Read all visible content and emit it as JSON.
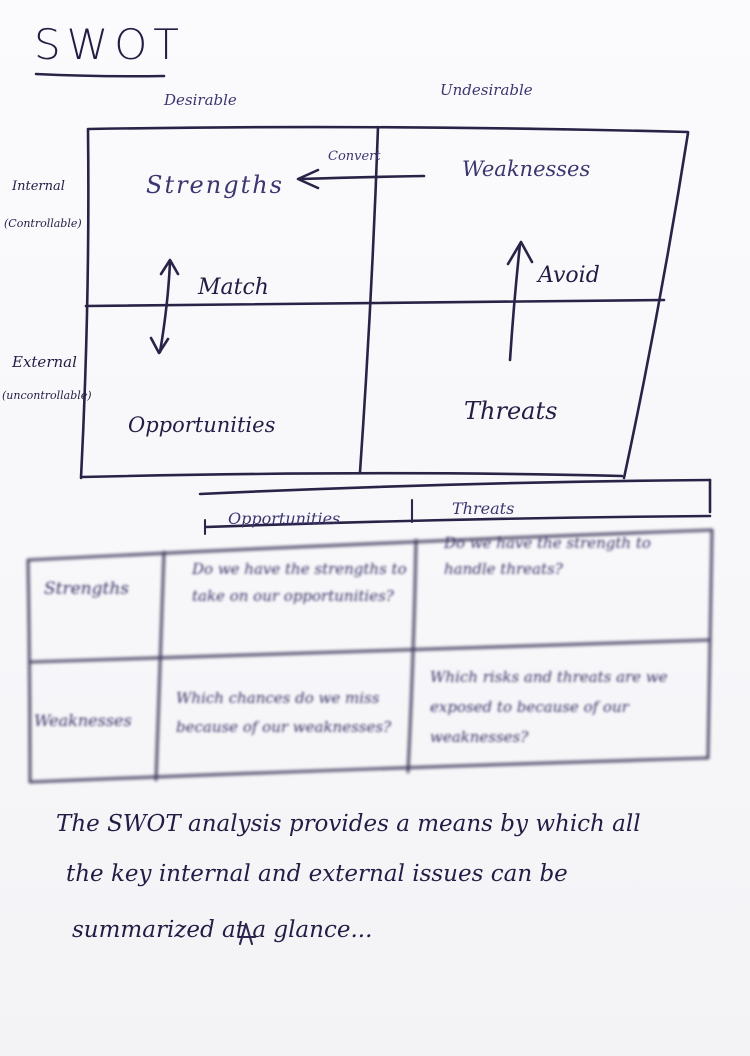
{
  "title": "SWOT",
  "columns": {
    "desirable": "Desirable",
    "undesirable": "Undesirable"
  },
  "rows": {
    "internal": "Internal",
    "internal_sub": "(Controllable)",
    "external": "External",
    "external_sub": "(uncontrollable)"
  },
  "quadrants": {
    "strengths": "Strengths",
    "weaknesses": "Weaknesses",
    "opportunities": "Opportunities",
    "threats": "Threats"
  },
  "arrows": {
    "convert": "Convert",
    "match": "Match",
    "avoid": "Avoid"
  },
  "matrix": {
    "col_headers": [
      "Opportunities",
      "Threats"
    ],
    "row_headers": [
      "Strengths",
      "Weaknesses"
    ],
    "cells": [
      [
        "Do we have the strengths to take on our opportunities?",
        "Do we have the strength to handle threats?"
      ],
      [
        "Which chances do we miss because of our weaknesses?",
        "Which risks and threats are we exposed to because of our weaknesses?"
      ]
    ]
  },
  "note": {
    "line1": "The SWOT analysis provides a means by which all",
    "line2": "the key internal and external issues can be",
    "line3": "summarized at a glance..."
  },
  "colors": {
    "ink": "#2a2348",
    "paper": "#f7f7fa"
  }
}
